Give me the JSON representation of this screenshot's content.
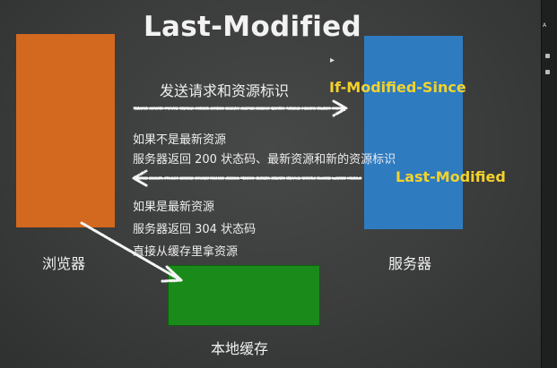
{
  "title": "Last-Modified",
  "nodes": {
    "browser": "浏览器",
    "server": "服务器",
    "cache": "本地缓存"
  },
  "request": {
    "text": "发送请求和资源标识",
    "header": "If-Modified-Since"
  },
  "not_latest": {
    "line1": "如果不是最新资源",
    "line2": "服务器返回 200 状态码、最新资源和新的资源标识",
    "header": "Last-Modified"
  },
  "latest": {
    "line1": "如果是最新资源",
    "line2": "服务器返回 304 状态码",
    "line3": "直接从缓存里拿资源"
  },
  "colors": {
    "browser": "#d2691e",
    "server": "#2e7bc0",
    "cache": "#1a8a1a",
    "highlight": "#f4d32a"
  }
}
